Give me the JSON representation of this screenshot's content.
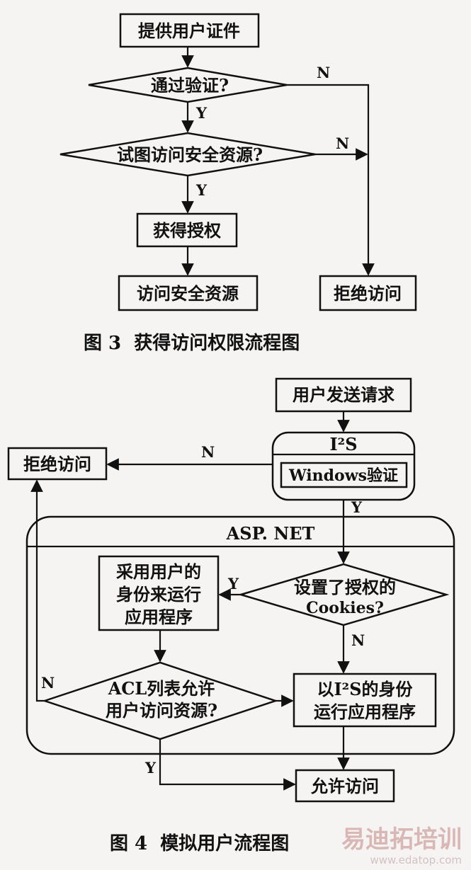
{
  "figure3": {
    "caption": "图 3  获得访问权限流程图",
    "nodes": {
      "provide_credentials": "提供用户证件",
      "pass_auth": "通过验证?",
      "try_access": "试图访问安全资源?",
      "get_authorization": "获得授权",
      "access_resource": "访问安全资源",
      "deny_access": "拒绝访问"
    },
    "labels": {
      "n1": "N",
      "y1": "Y",
      "n2": "N",
      "y2": "Y"
    }
  },
  "figure4": {
    "caption": "图 4  模拟用户流程图",
    "nodes": {
      "user_request": "用户发送请求",
      "iis_title": "I²S",
      "windows_auth": "Windows验证",
      "deny_access": "拒绝访问",
      "aspnet_title": "ASP. NET",
      "run_as_user_1": "采用用户的",
      "run_as_user_2": "身份来运行",
      "run_as_user_3": "应用程序",
      "cookies_q_1": "设置了授权的",
      "cookies_q_2": "Cookies?",
      "acl_q_1": "ACL列表允许",
      "acl_q_2": "用户访问资源?",
      "run_as_iis_1": "以I²S的身份",
      "run_as_iis_2": "运行应用程序",
      "allow_access": "允许访问"
    },
    "labels": {
      "n_iis": "N",
      "y_iis": "Y",
      "y_cookie": "Y",
      "n_cookie": "N",
      "n_acl": "N",
      "y_acl": "Y"
    }
  },
  "watermark": {
    "brand": "易迪拓培训",
    "url": "www.edatop.com"
  }
}
